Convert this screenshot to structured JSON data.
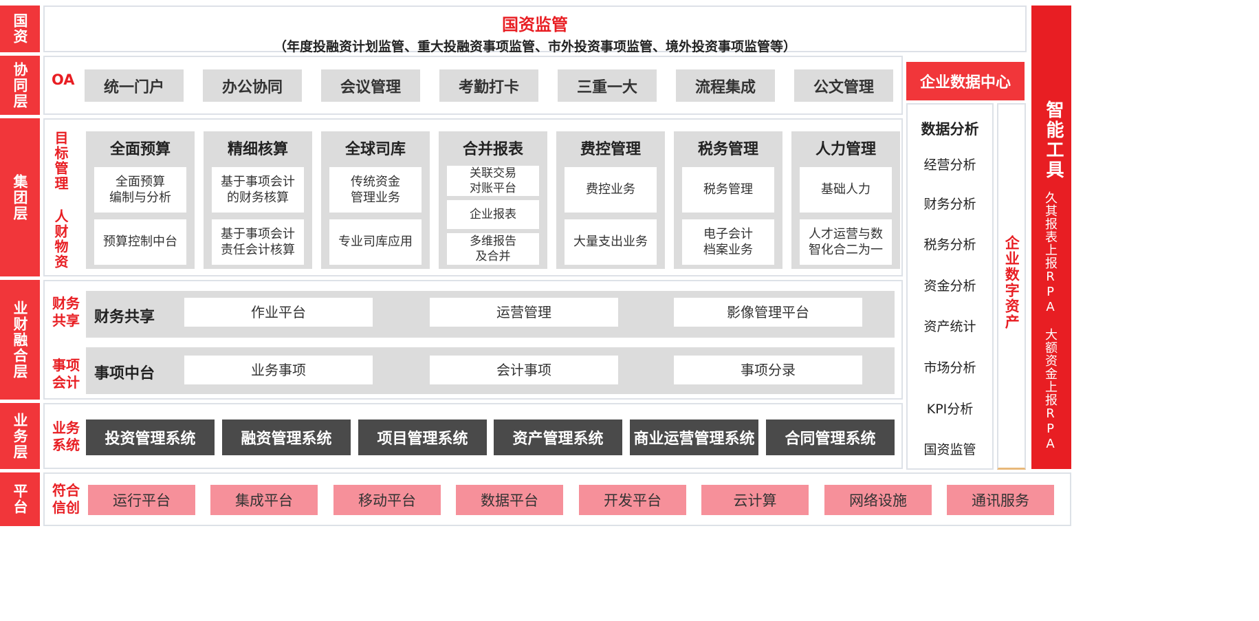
{
  "left_layers": [
    "国资",
    "协同层",
    "集团层",
    "业财融合层",
    "业务层",
    "平台"
  ],
  "top": {
    "title": "国资监管",
    "subtitle": "（年度投融资计划监管、重大投融资事项监管、市外投资事项监管、境外投资事项监管等）"
  },
  "oa": {
    "label": "OA",
    "items": [
      "统一门户",
      "办公协同",
      "会议管理",
      "考勤打卡",
      "三重一大",
      "流程集成",
      "公文管理"
    ]
  },
  "group": {
    "label": "目标管理 人财物资",
    "modules": [
      {
        "title": "全面预算",
        "items": [
          "全面预算\n编制与分析",
          "预算控制中台"
        ]
      },
      {
        "title": "精细核算",
        "items": [
          "基于事项会计\n的财务核算",
          "基于事项会计\n责任会计核算"
        ]
      },
      {
        "title": "全球司库",
        "items": [
          "传统资金\n管理业务",
          "专业司库应用"
        ]
      },
      {
        "title": "合并报表",
        "items": [
          "关联交易\n对账平台",
          "企业报表",
          "多维报告\n及合并"
        ]
      },
      {
        "title": "费控管理",
        "items": [
          "费控业务",
          "大量支出业务"
        ]
      },
      {
        "title": "税务管理",
        "items": [
          "税务管理",
          "电子会计\n档案业务"
        ]
      },
      {
        "title": "人力管理",
        "items": [
          "基础人力",
          "人才运营与数\n智化合二为一"
        ]
      }
    ]
  },
  "finance": {
    "rows": [
      {
        "label": "财务\n共享",
        "name": "财务共享",
        "items": [
          "作业平台",
          "运营管理",
          "影像管理平台"
        ]
      },
      {
        "label": "事项\n会计",
        "name": "事项中台",
        "items": [
          "业务事项",
          "会计事项",
          "事项分录"
        ]
      }
    ]
  },
  "business": {
    "label": "业务\n系统",
    "items": [
      "投资管理系统",
      "融资管理系统",
      "项目管理系统",
      "资产管理系统",
      "商业运营管理系统",
      "合同管理系统"
    ]
  },
  "platform": {
    "label": "符合\n信创",
    "items": [
      "运行平台",
      "集成平台",
      "移动平台",
      "数据平台",
      "开发平台",
      "云计算",
      "网络设施",
      "通讯服务"
    ]
  },
  "data_center": {
    "title": "企业数据中心",
    "analysis_title": "数据分析",
    "analysis_items": [
      "经营分析",
      "财务分析",
      "税务分析",
      "资金分析",
      "资产统计",
      "市场分析",
      "KPI分析",
      "国资监管"
    ],
    "digital_assets": "企业数字资产"
  },
  "tools": {
    "title": "智能工具",
    "items": "久其报表上报RPA　大额资金上报RPA"
  },
  "colors": {
    "accent_red": "#f1363a",
    "text_red": "#e81e23",
    "gray": "#dcdcdc",
    "dark": "#4a4a4a",
    "pink": "#f6909a"
  }
}
